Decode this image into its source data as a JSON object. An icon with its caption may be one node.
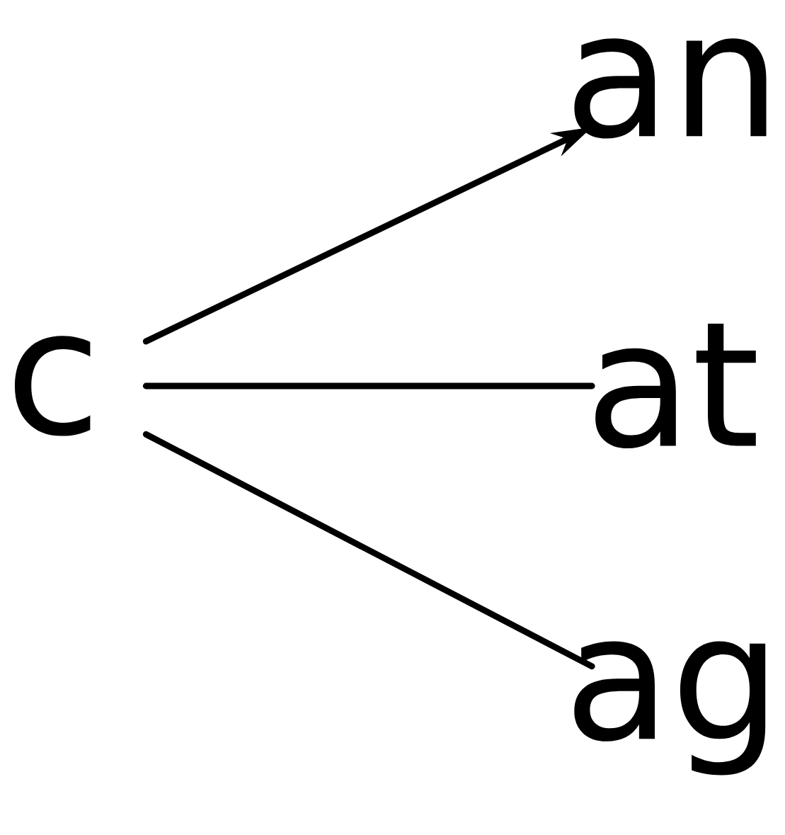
{
  "diagram": {
    "nodes": [
      {
        "text": [
          "c"
        ]
      },
      {
        "text": [
          "an"
        ]
      },
      {
        "text": [
          "at"
        ]
      },
      {
        "text": [
          "ag"
        ]
      }
    ],
    "edges": [
      {
        "from": 0,
        "to": 1,
        "arrow": "to"
      },
      {
        "from": 0,
        "to": 2,
        "arrow": "none"
      },
      {
        "from": 0,
        "to": 3,
        "arrow": "none"
      }
    ]
  }
}
